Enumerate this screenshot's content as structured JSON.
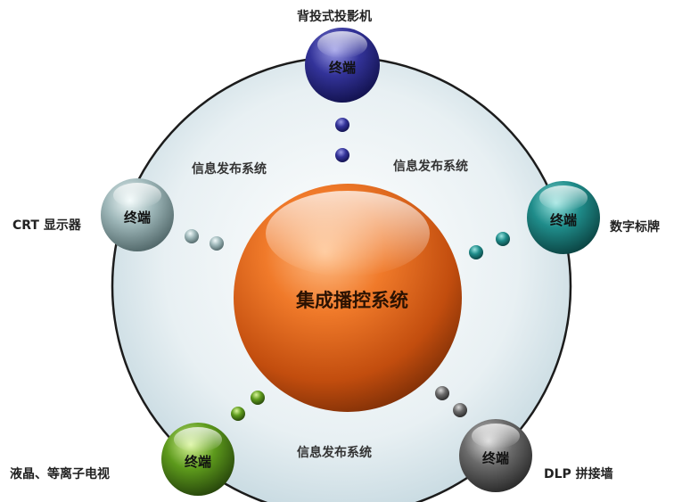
{
  "center": {
    "label": "集成播控系统"
  },
  "ring_labels": [
    "信息发布系统",
    "信息发布系统",
    "信息发布系统"
  ],
  "terminals": [
    {
      "id": "top",
      "sphere_label": "终端",
      "device": "背投式投影机",
      "color": "#2a2a8a"
    },
    {
      "id": "right",
      "sphere_label": "终端",
      "device": "数字标牌",
      "color": "#1f8c8a"
    },
    {
      "id": "bottom-right",
      "sphere_label": "终端",
      "device": "DLP 拼接墙",
      "color": "#6a6a6a"
    },
    {
      "id": "bottom-left",
      "sphere_label": "终端",
      "device": "液晶、等离子电视",
      "color": "#5d9a1c"
    },
    {
      "id": "left",
      "sphere_label": "终端",
      "device": "CRT 显示器",
      "color": "#8aa6a8"
    }
  ],
  "colors": {
    "big_circle": "#dbe9ee",
    "center_sphere": "#e0661c"
  }
}
